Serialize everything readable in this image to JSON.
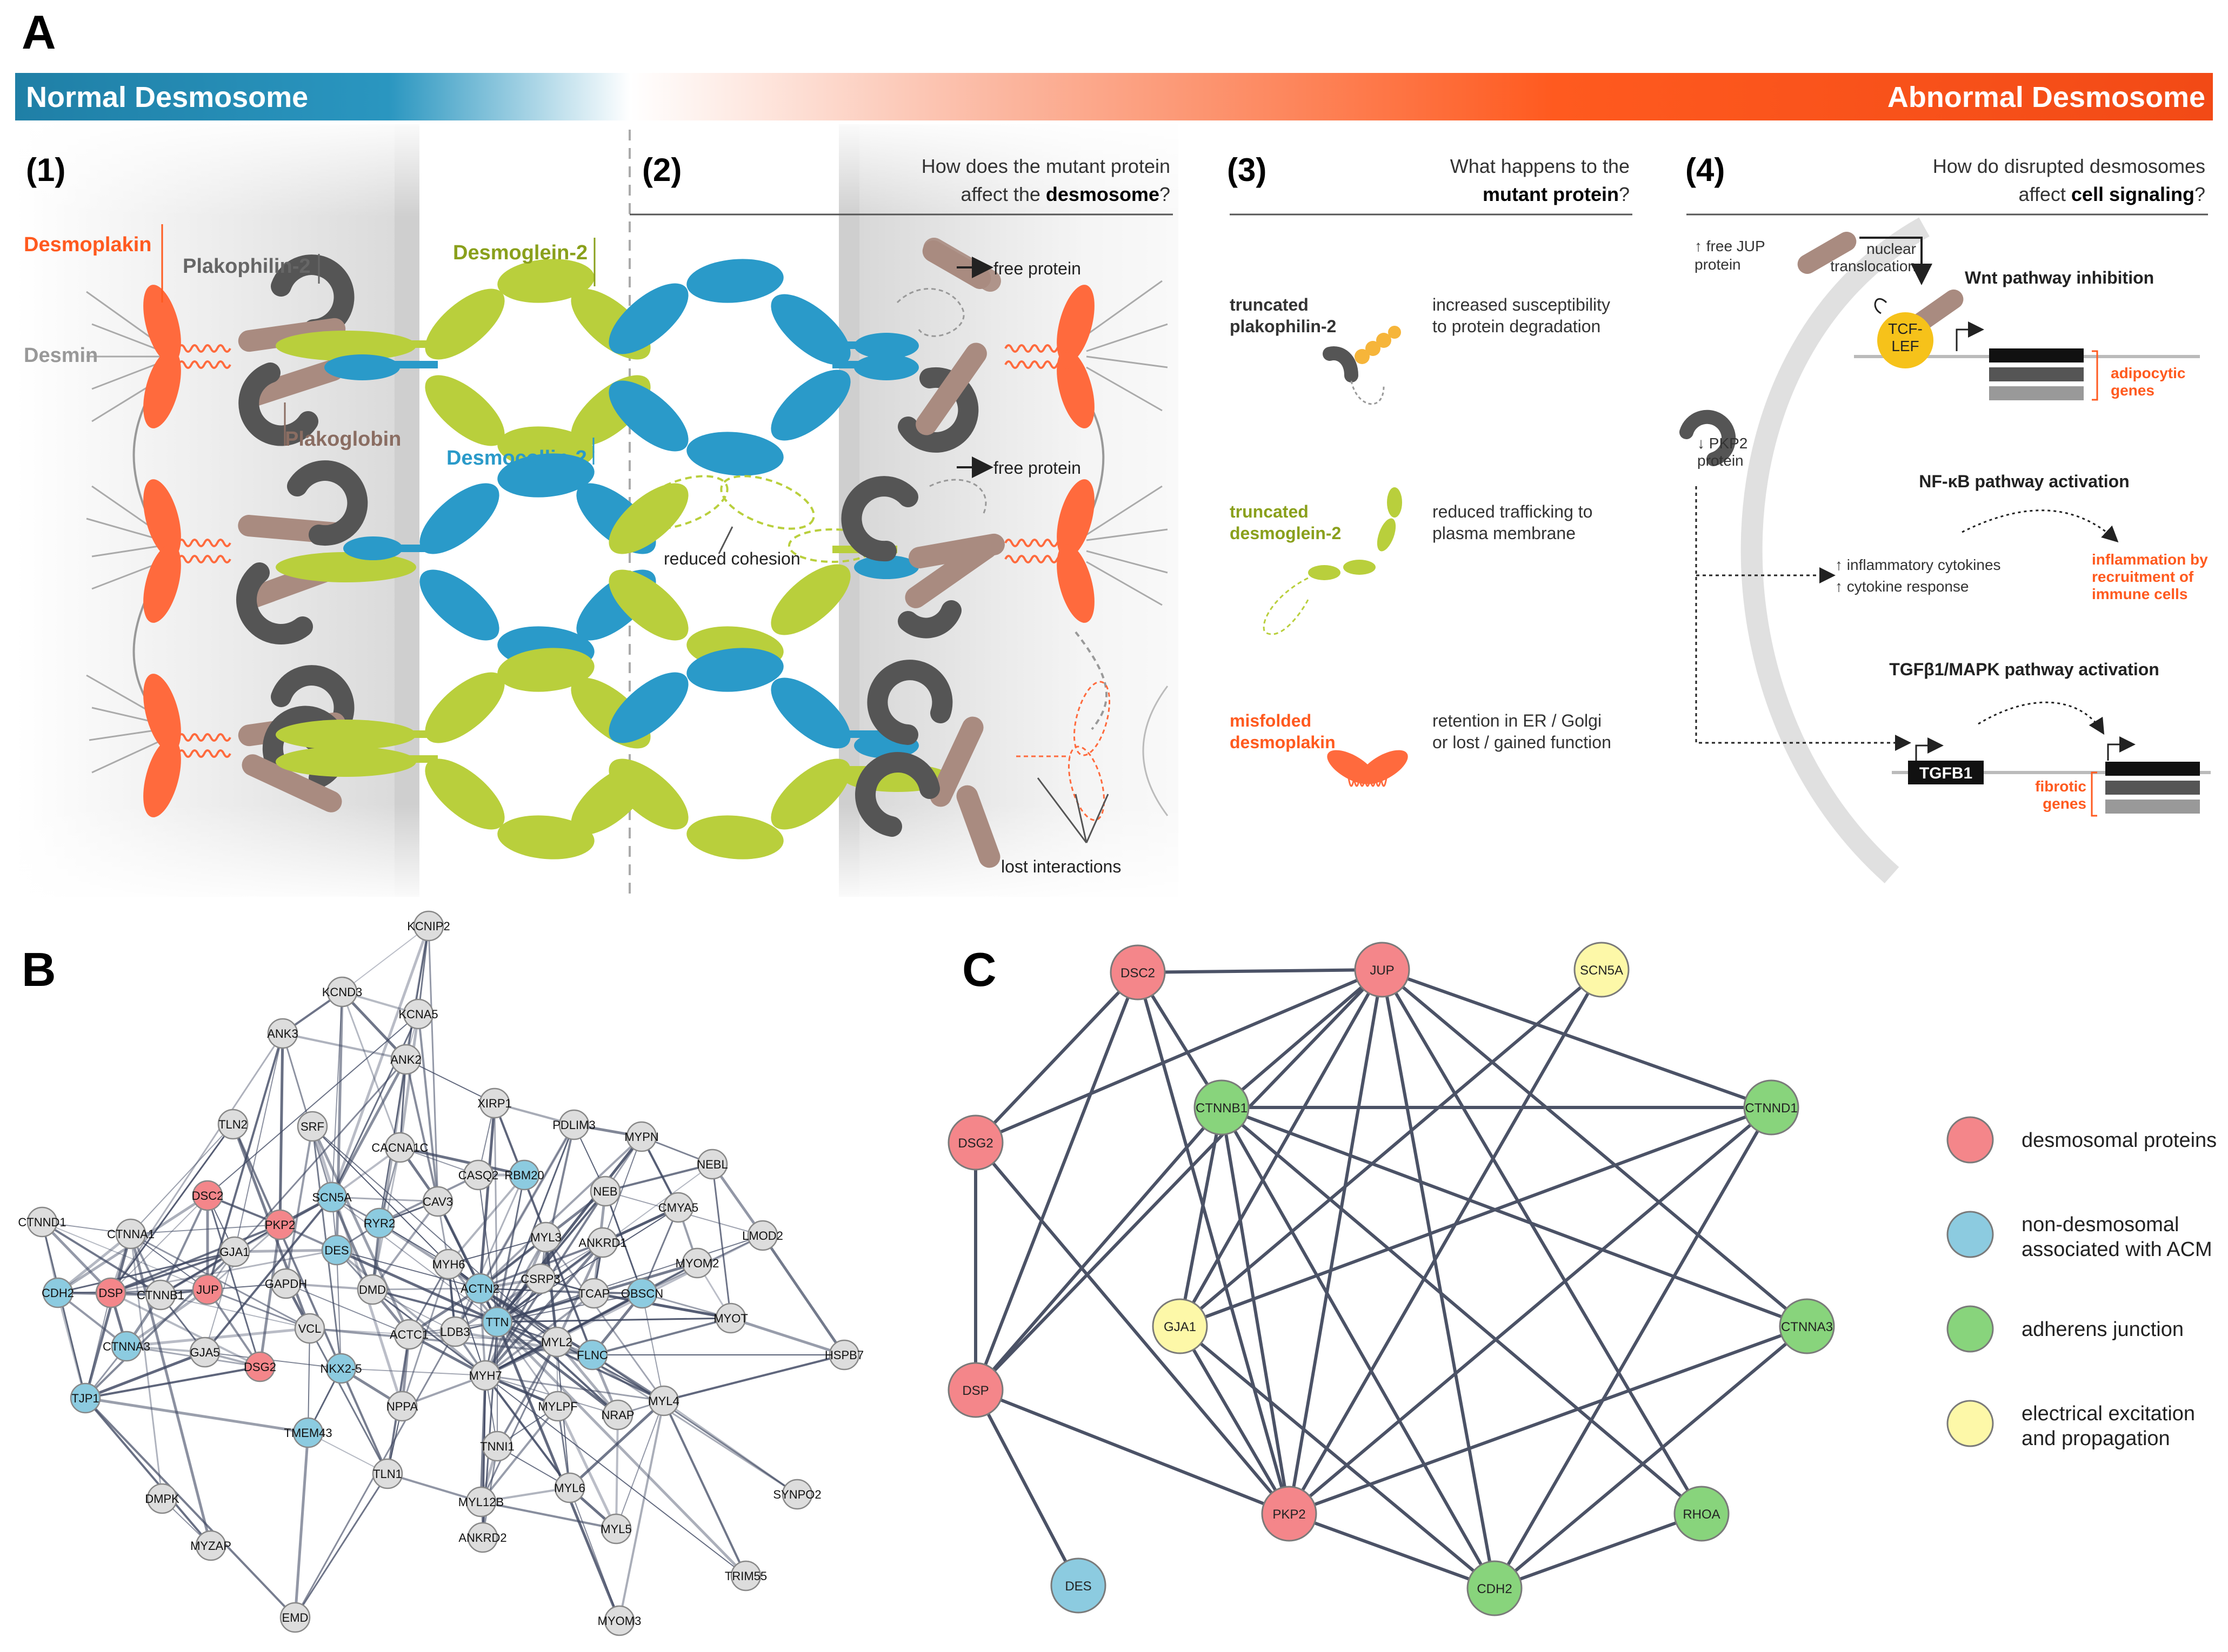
{
  "panel_letters": {
    "a": "A",
    "b": "B",
    "c": "C"
  },
  "banner": {
    "left": "Normal Desmosome",
    "right": "Abnormal Desmosome"
  },
  "section1": {
    "num": "(1)",
    "labels": {
      "desmoplakin": "Desmoplakin",
      "plakophilin2": "Plakophilin-2",
      "desmin": "Desmin",
      "plakoglobin": "Plakoglobin",
      "desmoglein2": "Desmoglein-2",
      "desmocollin2": "Desmocollin-2"
    }
  },
  "section2": {
    "num": "(2)",
    "question_line1": "How does the mutant protein",
    "question_line2_pre": "affect the ",
    "question_line2_bold": "desmosome",
    "question_line2_post": "?",
    "free_protein_1": "free protein",
    "free_protein_2": "free protein",
    "reduced_cohesion": "reduced cohesion",
    "lost_interactions": "lost interactions"
  },
  "section3": {
    "num": "(3)",
    "question_line1": "What happens to the",
    "question_line2_bold": "mutant protein",
    "question_line2_post": "?",
    "items": [
      {
        "name_l1": "truncated",
        "name_l2": "plakophilin-2",
        "desc_l1": "increased susceptibility",
        "desc_l2": "to protein degradation",
        "color": "#333333"
      },
      {
        "name_l1": "truncated",
        "name_l2": "desmoglein-2",
        "desc_l1": "reduced trafficking to",
        "desc_l2": "plasma membrane",
        "color": "#8aa01c"
      },
      {
        "name_l1": "misfolded",
        "name_l2": "desmoplakin",
        "desc_l1": "retention in ER / Golgi",
        "desc_l2": "or lost / gained function",
        "color": "#ff5a2c"
      }
    ]
  },
  "section4": {
    "num": "(4)",
    "question_line1": "How do disrupted desmosomes",
    "question_line2_pre": "affect ",
    "question_line2_bold": "cell signaling",
    "question_line2_post": "?",
    "free_jup_l1": "↑ free JUP",
    "free_jup_l2": "protein",
    "nuclear_l1": "nuclear",
    "nuclear_l2": "translocation",
    "wnt_title": "Wnt pathway inhibition",
    "tcf_l1": "TCF-",
    "tcf_l2": "LEF",
    "adipocytic_l1": "adipocytic",
    "adipocytic_l2": "genes",
    "pkp2_l1": "↓ PKP2",
    "pkp2_l2": "protein",
    "nfkb_title": "NF-κB pathway activation",
    "cytokines_l1": "↑ inflammatory cytokines",
    "cytokines_l2": "↑ cytokine response",
    "inflammation_l1": "inflammation by",
    "inflammation_l2": "recruitment of",
    "inflammation_l3": "immune cells",
    "tgfb_title": "TGFβ1/MAPK pathway activation",
    "tgfb1_gene": "TGFB1",
    "fibrotic_l1": "fibrotic",
    "fibrotic_l2": "genes"
  },
  "colors": {
    "desmosomal": "#f4868a",
    "non_desmosomal": "#8ccbe0",
    "adherens": "#88d47c",
    "electrical": "#fdf8a8",
    "network_b_grey": "#dddddd",
    "desmoplakin": "#ff6a3d",
    "desmoglein": "#b9cf3c",
    "desmocollin": "#2a9ac9",
    "plakophilin": "#555555",
    "plakoglobin": "#a98b80"
  },
  "networkB": {
    "nodes": [
      {
        "id": "KCNIP2",
        "label": "KCNIP2",
        "cat": "grey"
      },
      {
        "id": "KCND3",
        "label": "KCND3",
        "cat": "grey"
      },
      {
        "id": "KCNA5",
        "label": "KCNA5",
        "cat": "grey"
      },
      {
        "id": "ANK3",
        "label": "ANK3",
        "cat": "grey"
      },
      {
        "id": "ANK2",
        "label": "ANK2",
        "cat": "grey"
      },
      {
        "id": "XIRP1",
        "label": "XIRP1",
        "cat": "grey"
      },
      {
        "id": "PDLIM3",
        "label": "PDLIM3",
        "cat": "grey"
      },
      {
        "id": "MYPN",
        "label": "MYPN",
        "cat": "grey"
      },
      {
        "id": "TLN2",
        "label": "TLN2",
        "cat": "grey"
      },
      {
        "id": "SRF",
        "label": "SRF",
        "cat": "grey"
      },
      {
        "id": "CACNA1C",
        "label": "CACNA1C",
        "cat": "grey"
      },
      {
        "id": "NEBL",
        "label": "NEBL",
        "cat": "grey"
      },
      {
        "id": "CASQ2",
        "label": "CASQ2",
        "cat": "grey"
      },
      {
        "id": "RBM20",
        "label": "RBM20",
        "cat": "blue"
      },
      {
        "id": "DSC2",
        "label": "DSC2",
        "cat": "red"
      },
      {
        "id": "SCN5A",
        "label": "SCN5A",
        "cat": "blue"
      },
      {
        "id": "RYR2",
        "label": "RYR2",
        "cat": "blue"
      },
      {
        "id": "CAV3",
        "label": "CAV3",
        "cat": "grey"
      },
      {
        "id": "NEB",
        "label": "NEB",
        "cat": "grey"
      },
      {
        "id": "CMYA5",
        "label": "CMYA5",
        "cat": "grey"
      },
      {
        "id": "LMOD2",
        "label": "LMOD2",
        "cat": "grey"
      },
      {
        "id": "CTNND1",
        "label": "CTNND1",
        "cat": "grey"
      },
      {
        "id": "CTNNA1",
        "label": "CTNNA1",
        "cat": "grey"
      },
      {
        "id": "PKP2",
        "label": "PKP2",
        "cat": "red"
      },
      {
        "id": "DES",
        "label": "DES",
        "cat": "blue"
      },
      {
        "id": "GJA1",
        "label": "GJA1",
        "cat": "grey"
      },
      {
        "id": "MYL3",
        "label": "MYL3",
        "cat": "grey"
      },
      {
        "id": "ANKRD1",
        "label": "ANKRD1",
        "cat": "grey"
      },
      {
        "id": "MYH6",
        "label": "MYH6",
        "cat": "grey"
      },
      {
        "id": "MYOM2",
        "label": "MYOM2",
        "cat": "grey"
      },
      {
        "id": "CDH2",
        "label": "CDH2",
        "cat": "blue"
      },
      {
        "id": "DSP",
        "label": "DSP",
        "cat": "red"
      },
      {
        "id": "CTNNB1",
        "label": "CTNNB1",
        "cat": "grey"
      },
      {
        "id": "JUP",
        "label": "JUP",
        "cat": "red"
      },
      {
        "id": "GAPDH",
        "label": "GAPDH",
        "cat": "grey"
      },
      {
        "id": "DMD",
        "label": "DMD",
        "cat": "grey"
      },
      {
        "id": "ACTN2",
        "label": "ACTN2",
        "cat": "blue"
      },
      {
        "id": "CSRP3",
        "label": "CSRP3",
        "cat": "grey"
      },
      {
        "id": "TCAP",
        "label": "TCAP",
        "cat": "grey"
      },
      {
        "id": "OBSCN",
        "label": "OBSCN",
        "cat": "blue"
      },
      {
        "id": "MYOT",
        "label": "MYOT",
        "cat": "grey"
      },
      {
        "id": "VCL",
        "label": "VCL",
        "cat": "grey"
      },
      {
        "id": "CTNNA3",
        "label": "CTNNA3",
        "cat": "blue"
      },
      {
        "id": "ACTC1",
        "label": "ACTC1",
        "cat": "grey"
      },
      {
        "id": "LDB3",
        "label": "LDB3",
        "cat": "grey"
      },
      {
        "id": "TTN",
        "label": "TTN",
        "cat": "blue"
      },
      {
        "id": "MYL2",
        "label": "MYL2",
        "cat": "grey"
      },
      {
        "id": "GJA5",
        "label": "GJA5",
        "cat": "grey"
      },
      {
        "id": "DSG2",
        "label": "DSG2",
        "cat": "red"
      },
      {
        "id": "NKX2-5",
        "label": "NKX2-5",
        "cat": "blue"
      },
      {
        "id": "FLNC",
        "label": "FLNC",
        "cat": "blue"
      },
      {
        "id": "HSPB7",
        "label": "HSPB7",
        "cat": "grey"
      },
      {
        "id": "MYH7",
        "label": "MYH7",
        "cat": "grey"
      },
      {
        "id": "TJP1",
        "label": "TJP1",
        "cat": "blue"
      },
      {
        "id": "NPPA",
        "label": "NPPA",
        "cat": "grey"
      },
      {
        "id": "MYLPF",
        "label": "MYLPF",
        "cat": "grey"
      },
      {
        "id": "NRAP",
        "label": "NRAP",
        "cat": "grey"
      },
      {
        "id": "MYL4",
        "label": "MYL4",
        "cat": "grey"
      },
      {
        "id": "TMEM43",
        "label": "TMEM43",
        "cat": "blue"
      },
      {
        "id": "TLN1",
        "label": "TLN1",
        "cat": "grey"
      },
      {
        "id": "TNNI1",
        "label": "TNNI1",
        "cat": "grey"
      },
      {
        "id": "DMPK",
        "label": "DMPK",
        "cat": "grey"
      },
      {
        "id": "MYL6",
        "label": "MYL6",
        "cat": "grey"
      },
      {
        "id": "MYL12B",
        "label": "MYL12B",
        "cat": "grey"
      },
      {
        "id": "SYNPO2",
        "label": "SYNPO2",
        "cat": "grey"
      },
      {
        "id": "MYZAP",
        "label": "MYZAP",
        "cat": "grey"
      },
      {
        "id": "ANKRD2",
        "label": "ANKRD2",
        "cat": "grey"
      },
      {
        "id": "MYL5",
        "label": "MYL5",
        "cat": "grey"
      },
      {
        "id": "TRIM55",
        "label": "TRIM55",
        "cat": "grey"
      },
      {
        "id": "EMD",
        "label": "EMD",
        "cat": "grey"
      },
      {
        "id": "MYOM3",
        "label": "MYOM3",
        "cat": "grey"
      }
    ]
  },
  "networkC": {
    "nodes": [
      {
        "id": "DSC2",
        "label": "DSC2",
        "cat": "red"
      },
      {
        "id": "JUP",
        "label": "JUP",
        "cat": "red"
      },
      {
        "id": "SCN5A",
        "label": "SCN5A",
        "cat": "yellow"
      },
      {
        "id": "CTNNB1",
        "label": "CTNNB1",
        "cat": "green"
      },
      {
        "id": "CTNND1",
        "label": "CTNND1",
        "cat": "green"
      },
      {
        "id": "DSG2",
        "label": "DSG2",
        "cat": "red"
      },
      {
        "id": "GJA1",
        "label": "GJA1",
        "cat": "yellow"
      },
      {
        "id": "CTNNA3",
        "label": "CTNNA3",
        "cat": "green"
      },
      {
        "id": "DSP",
        "label": "DSP",
        "cat": "red"
      },
      {
        "id": "PKP2",
        "label": "PKP2",
        "cat": "red"
      },
      {
        "id": "RHOA",
        "label": "RHOA",
        "cat": "green"
      },
      {
        "id": "DES",
        "label": "DES",
        "cat": "blue"
      },
      {
        "id": "CDH2",
        "label": "CDH2",
        "cat": "green"
      }
    ],
    "edges": [
      [
        "DSC2",
        "JUP"
      ],
      [
        "DSC2",
        "DSG2"
      ],
      [
        "DSC2",
        "DSP"
      ],
      [
        "DSC2",
        "PKP2"
      ],
      [
        "DSC2",
        "CTNNB1"
      ],
      [
        "JUP",
        "DSG2"
      ],
      [
        "JUP",
        "DSP"
      ],
      [
        "JUP",
        "PKP2"
      ],
      [
        "JUP",
        "CTNNB1"
      ],
      [
        "JUP",
        "CTNND1"
      ],
      [
        "JUP",
        "CDH2"
      ],
      [
        "JUP",
        "GJA1"
      ],
      [
        "JUP",
        "CTNNA3"
      ],
      [
        "JUP",
        "RHOA"
      ],
      [
        "SCN5A",
        "GJA1"
      ],
      [
        "SCN5A",
        "PKP2"
      ],
      [
        "CTNNB1",
        "CTNND1"
      ],
      [
        "CTNNB1",
        "CTNNA3"
      ],
      [
        "CTNNB1",
        "CDH2"
      ],
      [
        "CTNNB1",
        "RHOA"
      ],
      [
        "CTNNB1",
        "PKP2"
      ],
      [
        "CTNNB1",
        "GJA1"
      ],
      [
        "CTNNB1",
        "DSP"
      ],
      [
        "CTNND1",
        "CDH2"
      ],
      [
        "CTNND1",
        "PKP2"
      ],
      [
        "CTNND1",
        "GJA1"
      ],
      [
        "DSG2",
        "DSP"
      ],
      [
        "DSG2",
        "PKP2"
      ],
      [
        "GJA1",
        "PKP2"
      ],
      [
        "GJA1",
        "CDH2"
      ],
      [
        "CTNNA3",
        "PKP2"
      ],
      [
        "CTNNA3",
        "CDH2"
      ],
      [
        "DSP",
        "PKP2"
      ],
      [
        "DSP",
        "DES"
      ],
      [
        "PKP2",
        "CDH2"
      ],
      [
        "RHOA",
        "CDH2"
      ]
    ]
  },
  "legend": [
    {
      "label_l1": "desmosomal proteins",
      "label_l2": "",
      "cat": "red"
    },
    {
      "label_l1": "non-desmosomal",
      "label_l2": "associated with ACM",
      "cat": "blue"
    },
    {
      "label_l1": "adherens junction",
      "label_l2": "",
      "cat": "green"
    },
    {
      "label_l1": "electrical excitation",
      "label_l2": "and propagation",
      "cat": "yellow"
    }
  ]
}
